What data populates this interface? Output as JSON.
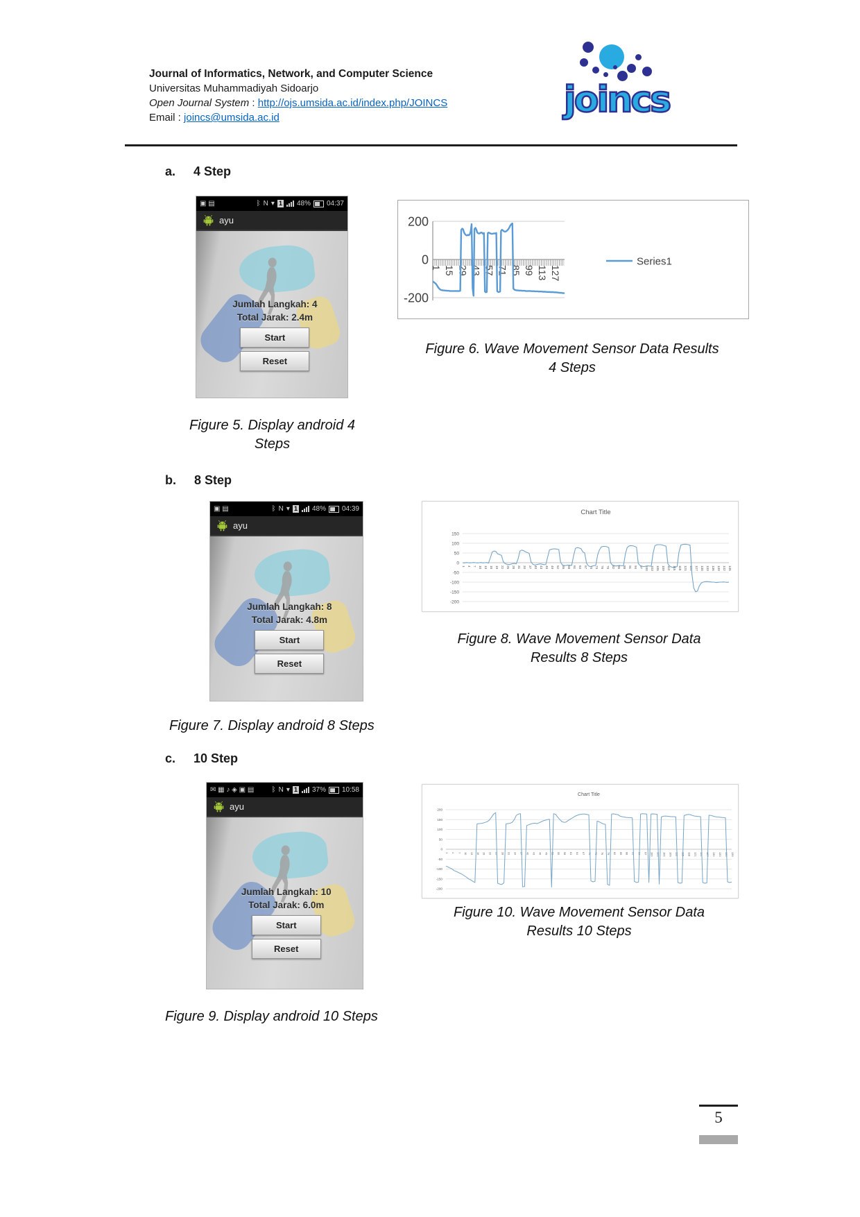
{
  "header": {
    "journal_title": "Journal of Informatics, Network, and Computer Science",
    "university": "Universitas Muhammadiyah Sidoarjo",
    "ojs_label": "Open Journal System",
    "ojs_sep": " : ",
    "ojs_url": "http://ojs.umsida.ac.id/index.php/JOINCS",
    "email_label": "Email : ",
    "email": "joincs@umsida.ac.id",
    "logo_text": "joincs"
  },
  "sections": {
    "a": {
      "marker": "a.",
      "title": "4 Step"
    },
    "b": {
      "marker": "b.",
      "title": "8 Step"
    },
    "c": {
      "marker": "c.",
      "title": "10 Step"
    }
  },
  "phones": [
    {
      "app_title": "ayu",
      "status": {
        "left_icons": "▣ ▤",
        "bt": "ᛒ",
        "nfc": "N",
        "wifi": "▾",
        "sim": "1",
        "battery": "48%",
        "time": "04:37"
      },
      "steps_label": "Jumlah Langkah: 4",
      "distance_label": "Total Jarak:  2.4m",
      "start_button": "Start",
      "reset_button": "Reset"
    },
    {
      "app_title": "ayu",
      "status": {
        "left_icons": "▣ ▤",
        "bt": "ᛒ",
        "nfc": "N",
        "wifi": "▾",
        "sim": "1",
        "battery": "48%",
        "time": "04:39"
      },
      "steps_label": "Jumlah Langkah: 8",
      "distance_label": "Total Jarak:  4.8m",
      "start_button": "Start",
      "reset_button": "Reset"
    },
    {
      "app_title": "ayu",
      "status": {
        "left_icons": "✉ ▦ ♪ ◈ ▣ ▤",
        "bt": "ᛒ",
        "nfc": "N",
        "wifi": "▾",
        "sim": "1",
        "battery": "37%",
        "time": "10:58"
      },
      "steps_label": "Jumlah Langkah: 10",
      "distance_label": "Total Jarak:  6.0m",
      "start_button": "Start",
      "reset_button": "Reset"
    }
  ],
  "captions": {
    "fig5": [
      "Figure 5. Display android 4",
      "Steps"
    ],
    "fig6": [
      "Figure 6.  Wave Movement Sensor Data Results",
      "4 Steps"
    ],
    "fig7": "Figure 7. Display android 8 Steps",
    "fig8": [
      "Figure 8.  Wave Movement Sensor Data",
      "Results 8 Steps"
    ],
    "fig9": "Figure 9. Display android 10 Steps",
    "fig10": [
      "Figure 10.  Wave Movement Sensor Data",
      "Results 10 Steps"
    ]
  },
  "footer": {
    "page_number": "5"
  },
  "colors": {
    "link_blue": "#0563c1",
    "logo_light_blue": "#29abe2",
    "logo_navy": "#2e3192",
    "android_green": "#a4c639",
    "chart_line_fig6": "#5B9BD5",
    "chart_line_small": "#76a5c8"
  },
  "chart_data": [
    {
      "id": "fig6",
      "type": "line",
      "title": "",
      "xlabel": "",
      "ylabel": "",
      "legend": [
        "Series1"
      ],
      "legend_position": "right",
      "ylim": [
        -200,
        200
      ],
      "yticks": [
        200,
        0,
        -200
      ],
      "xticks": [
        "1",
        "15",
        "29",
        "43",
        "57",
        "71",
        "85",
        "99",
        "113",
        "127"
      ],
      "grid": false,
      "values": [
        -115,
        -118,
        -122,
        -126,
        -132,
        -140,
        -148,
        -154,
        -158,
        -160,
        -161,
        -162,
        -162,
        -163,
        -163,
        -164,
        -164,
        -164,
        -165,
        -165,
        -165,
        -165,
        -165,
        -165,
        -165,
        -165,
        -165,
        -165,
        -165,
        -164,
        155,
        162,
        158,
        142,
        133,
        128,
        126,
        129,
        127,
        131,
        148,
        186,
        -150,
        -190,
        160,
        166,
        156,
        141,
        137,
        136,
        138,
        142,
        140,
        135,
        139,
        -168,
        -172,
        -170,
        138,
        141,
        138,
        136,
        135,
        135,
        136,
        137,
        136,
        139,
        -166,
        -170,
        -170,
        -168,
        150,
        156,
        152,
        148,
        146,
        147,
        150,
        155,
        161,
        170,
        180,
        186,
        189,
        -152,
        -158,
        -160,
        -161,
        -162,
        -162,
        -163,
        -163,
        -163,
        -164,
        -164,
        -164,
        -164,
        -165,
        -165,
        -165,
        -165,
        -165,
        -165,
        -166,
        -166,
        -166,
        -166,
        -167,
        -167,
        -167,
        -167,
        -168,
        -168,
        -168,
        -168,
        -169,
        -169,
        -169,
        -169,
        -170,
        -170,
        -170,
        -170,
        -171,
        -171,
        -171,
        -171,
        -172,
        -172,
        -172,
        -173,
        -173,
        -174,
        -174,
        -175,
        -175,
        -176,
        -176,
        -177
      ]
    },
    {
      "id": "fig8",
      "type": "line",
      "title": "Chart Title",
      "xlabel": "",
      "ylabel": "",
      "legend": [],
      "ylim": [
        -200,
        150
      ],
      "yticks": [
        150,
        100,
        50,
        0,
        -50,
        -100,
        -150,
        -200
      ],
      "xticks": [
        "1",
        "4",
        "7",
        "10",
        "13",
        "16",
        "19",
        "22",
        "25",
        "28",
        "31",
        "34",
        "37",
        "40",
        "43",
        "46",
        "49",
        "52",
        "55",
        "58",
        "61",
        "64",
        "67",
        "70",
        "73",
        "76",
        "79",
        "82",
        "85",
        "88",
        "91",
        "94",
        "97",
        "100",
        "103",
        "106",
        "109",
        "112",
        "115",
        "118",
        "121",
        "124",
        "127",
        "130",
        "133",
        "136",
        "139",
        "142",
        "145"
      ],
      "grid": true,
      "values": [
        0,
        -1,
        1,
        0,
        -1,
        0,
        1,
        0,
        -1,
        0,
        1,
        -1,
        0,
        1,
        -2,
        25,
        55,
        60,
        58,
        45,
        42,
        38,
        5,
        -5,
        -8,
        -10,
        -8,
        -5,
        -4,
        -6,
        20,
        60,
        65,
        62,
        56,
        52,
        48,
        4,
        -8,
        -12,
        -10,
        -8,
        -6,
        -8,
        -10,
        -9,
        30,
        66,
        69,
        71,
        71,
        70,
        68,
        2,
        -12,
        -15,
        -14,
        -12,
        -13,
        -14,
        35,
        74,
        78,
        76,
        72,
        56,
        50,
        -2,
        -16,
        -20,
        -18,
        -15,
        -14,
        40,
        66,
        81,
        84,
        84,
        82,
        78,
        0,
        -12,
        -15,
        -17,
        -15,
        -14,
        -16,
        -15,
        45,
        78,
        86,
        88,
        87,
        84,
        80,
        -4,
        -15,
        -18,
        -20,
        -18,
        -16,
        -17,
        -18,
        50,
        88,
        92,
        93,
        93,
        91,
        88,
        85,
        -6,
        -18,
        -22,
        -25,
        -22,
        -20,
        55,
        90,
        94,
        95,
        95,
        93,
        90,
        -60,
        -130,
        -150,
        -145,
        -120,
        -105,
        -100,
        -98,
        -97,
        -98,
        -99,
        -100,
        -100,
        -102,
        -101,
        -100,
        -100,
        -99,
        -100,
        -101,
        -100
      ]
    },
    {
      "id": "fig10",
      "type": "line",
      "title": "Chart Title",
      "xlabel": "",
      "ylabel": "",
      "legend": [],
      "ylim": [
        -200,
        200
      ],
      "yticks": [
        200,
        150,
        100,
        50,
        0,
        -50,
        -100,
        -150,
        -200
      ],
      "xticks": [
        "1",
        "4",
        "7",
        "10",
        "13",
        "16",
        "19",
        "22",
        "25",
        "28",
        "31",
        "34",
        "37",
        "40",
        "43",
        "46",
        "49",
        "52",
        "55",
        "58",
        "61",
        "64",
        "67",
        "70",
        "73",
        "76",
        "79",
        "82",
        "85",
        "88",
        "91",
        "94",
        "97",
        "100",
        "103",
        "106",
        "109",
        "112",
        "115",
        "118",
        "121",
        "124",
        "127",
        "130",
        "133",
        "136",
        "139"
      ],
      "grid": true,
      "values": [
        -85,
        -90,
        -95,
        -100,
        -108,
        -112,
        -118,
        -122,
        -128,
        -135,
        -142,
        -150,
        -155,
        -162,
        -168,
        128,
        130,
        131,
        133,
        136,
        140,
        148,
        162,
        178,
        185,
        -172,
        -176,
        -178,
        -170,
        128,
        130,
        132,
        136,
        150,
        172,
        178,
        180,
        -190,
        -188,
        120,
        124,
        128,
        131,
        132,
        130,
        134,
        139,
        144,
        147,
        150,
        152,
        -192,
        180,
        176,
        162,
        150,
        140,
        136,
        138,
        145,
        152,
        158,
        165,
        170,
        174,
        177,
        178,
        178,
        176,
        174,
        -160,
        -165,
        -162,
        142,
        139,
        133,
        128,
        126,
        -178,
        -182,
        178,
        179,
        177,
        175,
        168,
        165,
        163,
        161,
        160,
        160,
        159,
        -162,
        -168,
        -166,
        178,
        180,
        179,
        178,
        -168,
        178,
        179,
        178,
        177,
        -176,
        163,
        167,
        168,
        167,
        166,
        165,
        165,
        164,
        -168,
        -172,
        -170,
        170,
        174,
        176,
        175,
        171,
        168,
        167,
        166,
        165,
        -168,
        -172,
        -170,
        172,
        171,
        168,
        165,
        163,
        162,
        161,
        160,
        159,
        -165,
        -168,
        -166
      ]
    }
  ]
}
